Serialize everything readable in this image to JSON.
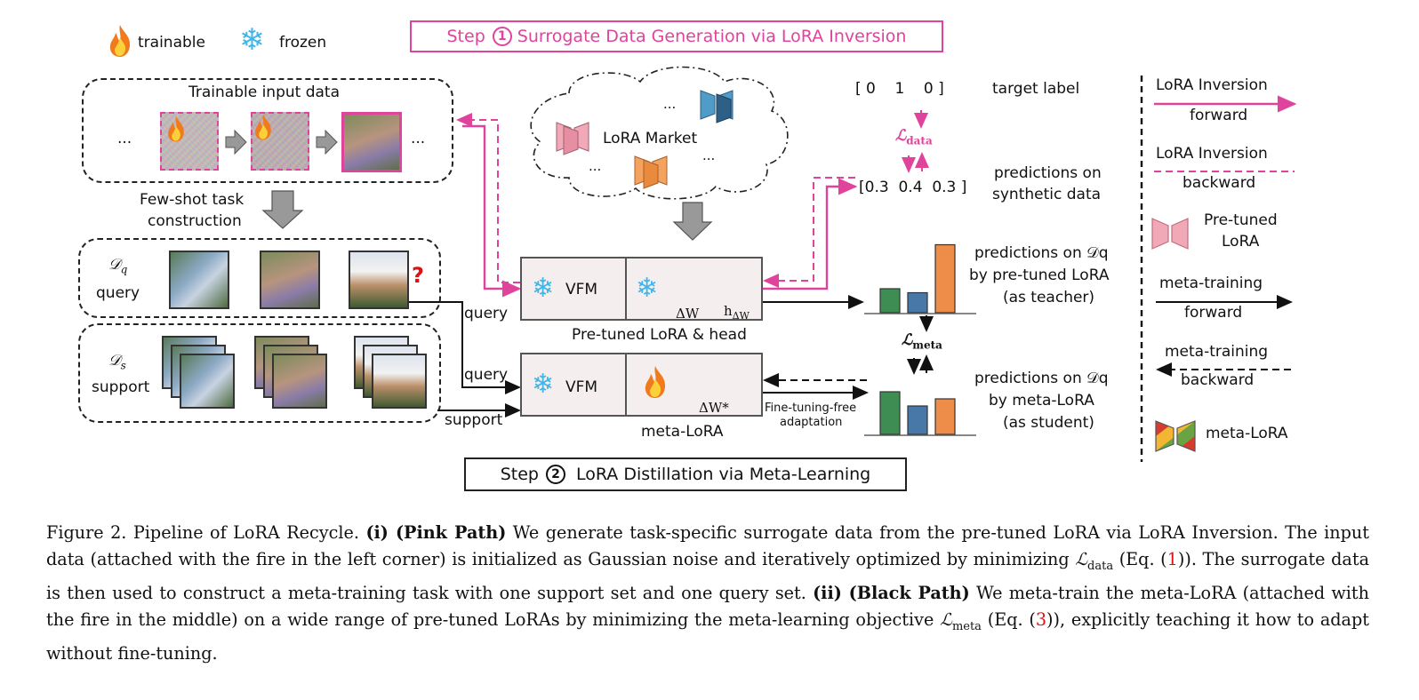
{
  "legend": {
    "trainable": "trainable",
    "frozen": "frozen"
  },
  "step1": {
    "num": "1",
    "before": "Step",
    "after": "Surrogate Data Generation via LoRA Inversion"
  },
  "step2": {
    "num": "2",
    "before": "Step",
    "after": "LoRA Distillation via Meta-Learning"
  },
  "trainable_input": {
    "title": "Trainable input data",
    "ellipsis": "..."
  },
  "few_shot": [
    "Few-shot task",
    "construction"
  ],
  "query_set": {
    "symbol": "𝒟",
    "sub": "q",
    "label": "query",
    "qmark": "?"
  },
  "support_set": {
    "symbol": "𝒟",
    "sub": "s",
    "label": "support"
  },
  "lora_market": {
    "label": "LoRA Market",
    "dots": "..."
  },
  "modules": {
    "vfm": "VFM",
    "pretuned_caption": "Pre-tuned LoRA & head",
    "meta_caption": "meta-LoRA",
    "delta_w": "ΔW",
    "h_delta_w": "h",
    "h_sub": "ΔW",
    "delta_w_star": "ΔW*"
  },
  "edges": {
    "query1": "query",
    "query2": "query",
    "support": "support",
    "fine_tuning": [
      "Fine-tuning-free",
      "adaptation"
    ]
  },
  "target": {
    "vector": "[ 0    1    0 ]",
    "label": "target label"
  },
  "loss_data": {
    "symbol": "ℒ",
    "sub": "data"
  },
  "loss_meta": {
    "symbol": "ℒ",
    "sub": "meta"
  },
  "predictions": {
    "vector": "[0.3  0.4  0.3 ]",
    "label": [
      "predictions on",
      "synthetic data"
    ]
  },
  "teacher": [
    "predictions on 𝒟q",
    "by pre-tuned LoRA",
    "(as teacher)"
  ],
  "student": [
    "predictions on 𝒟q",
    "by meta-LoRA",
    "(as student)"
  ],
  "key": {
    "inv_fwd": [
      "LoRA Inversion",
      "forward"
    ],
    "inv_bwd": [
      "LoRA Inversion",
      "backward"
    ],
    "pretuned": [
      "Pre-tuned",
      "LoRA"
    ],
    "meta_fwd": [
      "meta-training",
      "forward"
    ],
    "meta_bwd": [
      "meta-training",
      "backward"
    ],
    "meta_lora": "meta-LoRA"
  },
  "chart_data": [
    {
      "type": "bar",
      "title": "",
      "categories": [
        "",
        "",
        ""
      ],
      "values": [
        0.3,
        0.25,
        0.85
      ],
      "colors": [
        "#3e8e54",
        "#4878a8",
        "#ee8d4a"
      ]
    },
    {
      "type": "bar",
      "title": "",
      "categories": [
        "",
        "",
        ""
      ],
      "values": [
        0.6,
        0.4,
        0.5
      ],
      "colors": [
        "#3e8e54",
        "#4878a8",
        "#ee8d4a"
      ]
    }
  ],
  "caption": {
    "p1": "Figure 2.  Pipeline of LoRA Recycle. ",
    "p2": "(i) (Pink Path)",
    "p3": " We generate task-specific surrogate data from the pre-tuned LoRA via LoRA Inversion. The input data (attached with the fire in the left corner) is initialized as Gaussian noise and iteratively optimized by minimizing ",
    "p4": "ℒ",
    "p4sub": "data",
    "p5": " (Eq. (",
    "ref1": "1",
    "p6": ")). The surrogate data is then used to construct a meta-training task with one support set and one query set. ",
    "p7": "(ii) (Black Path)",
    "p8": " We meta-train the meta-LoRA (attached with the fire in the middle) on a wide range of pre-tuned LoRAs by minimizing the meta-learning objective ",
    "p9": "ℒ",
    "p9sub": "meta",
    "p10": " (Eq. (",
    "ref2": "3",
    "p11": ")), explicitly teaching it how to adapt without fine-tuning."
  }
}
